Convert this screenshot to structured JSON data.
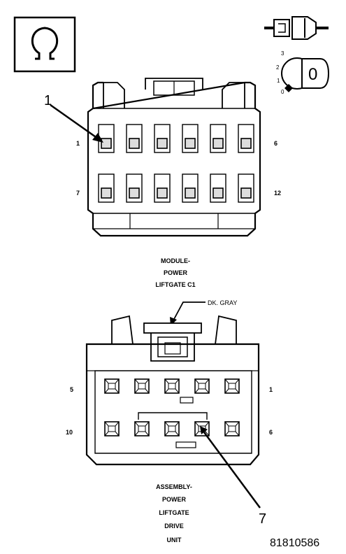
{
  "top_connector": {
    "callout": "1",
    "pin_first": "1",
    "pin_row1_last": "6",
    "pin_row2_first": "7",
    "pin_last": "12",
    "label_lines": [
      "MODULE-",
      "POWER",
      "LIFTGATE C1"
    ]
  },
  "bottom_connector": {
    "color_label": "DK. GRAY",
    "pin_row1_left": "5",
    "pin_row1_right": "1",
    "pin_row2_left": "10",
    "pin_row2_right": "6",
    "callout": "7",
    "label_lines": [
      "ASSEMBLY-",
      "POWER",
      "LIFTGATE",
      "DRIVE",
      "UNIT"
    ]
  },
  "key_switch": {
    "position_labels": [
      "3",
      "2",
      "1",
      "0"
    ],
    "key_label": "0"
  },
  "figure_id": "81810586",
  "icons": {
    "ohm": "ohm-meter-icon",
    "connector_view": "connector-view-icon",
    "ignition": "ignition-key-icon"
  }
}
